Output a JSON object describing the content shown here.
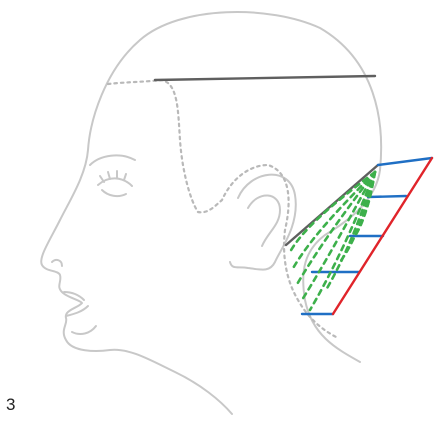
{
  "figure": {
    "step_number": "3",
    "colors": {
      "head_outline": "#c8c8c8",
      "hairline_dotted": "#b9b9b9",
      "parting_line": "#5f5f5f",
      "section_line": "#5f5f5f",
      "guide_line": "#e0242a",
      "elevation_lines": "#1f6fc4",
      "cutting_guides": "#3db04b"
    },
    "elevation_line_count": 5,
    "cutting_guide_count": 9
  }
}
